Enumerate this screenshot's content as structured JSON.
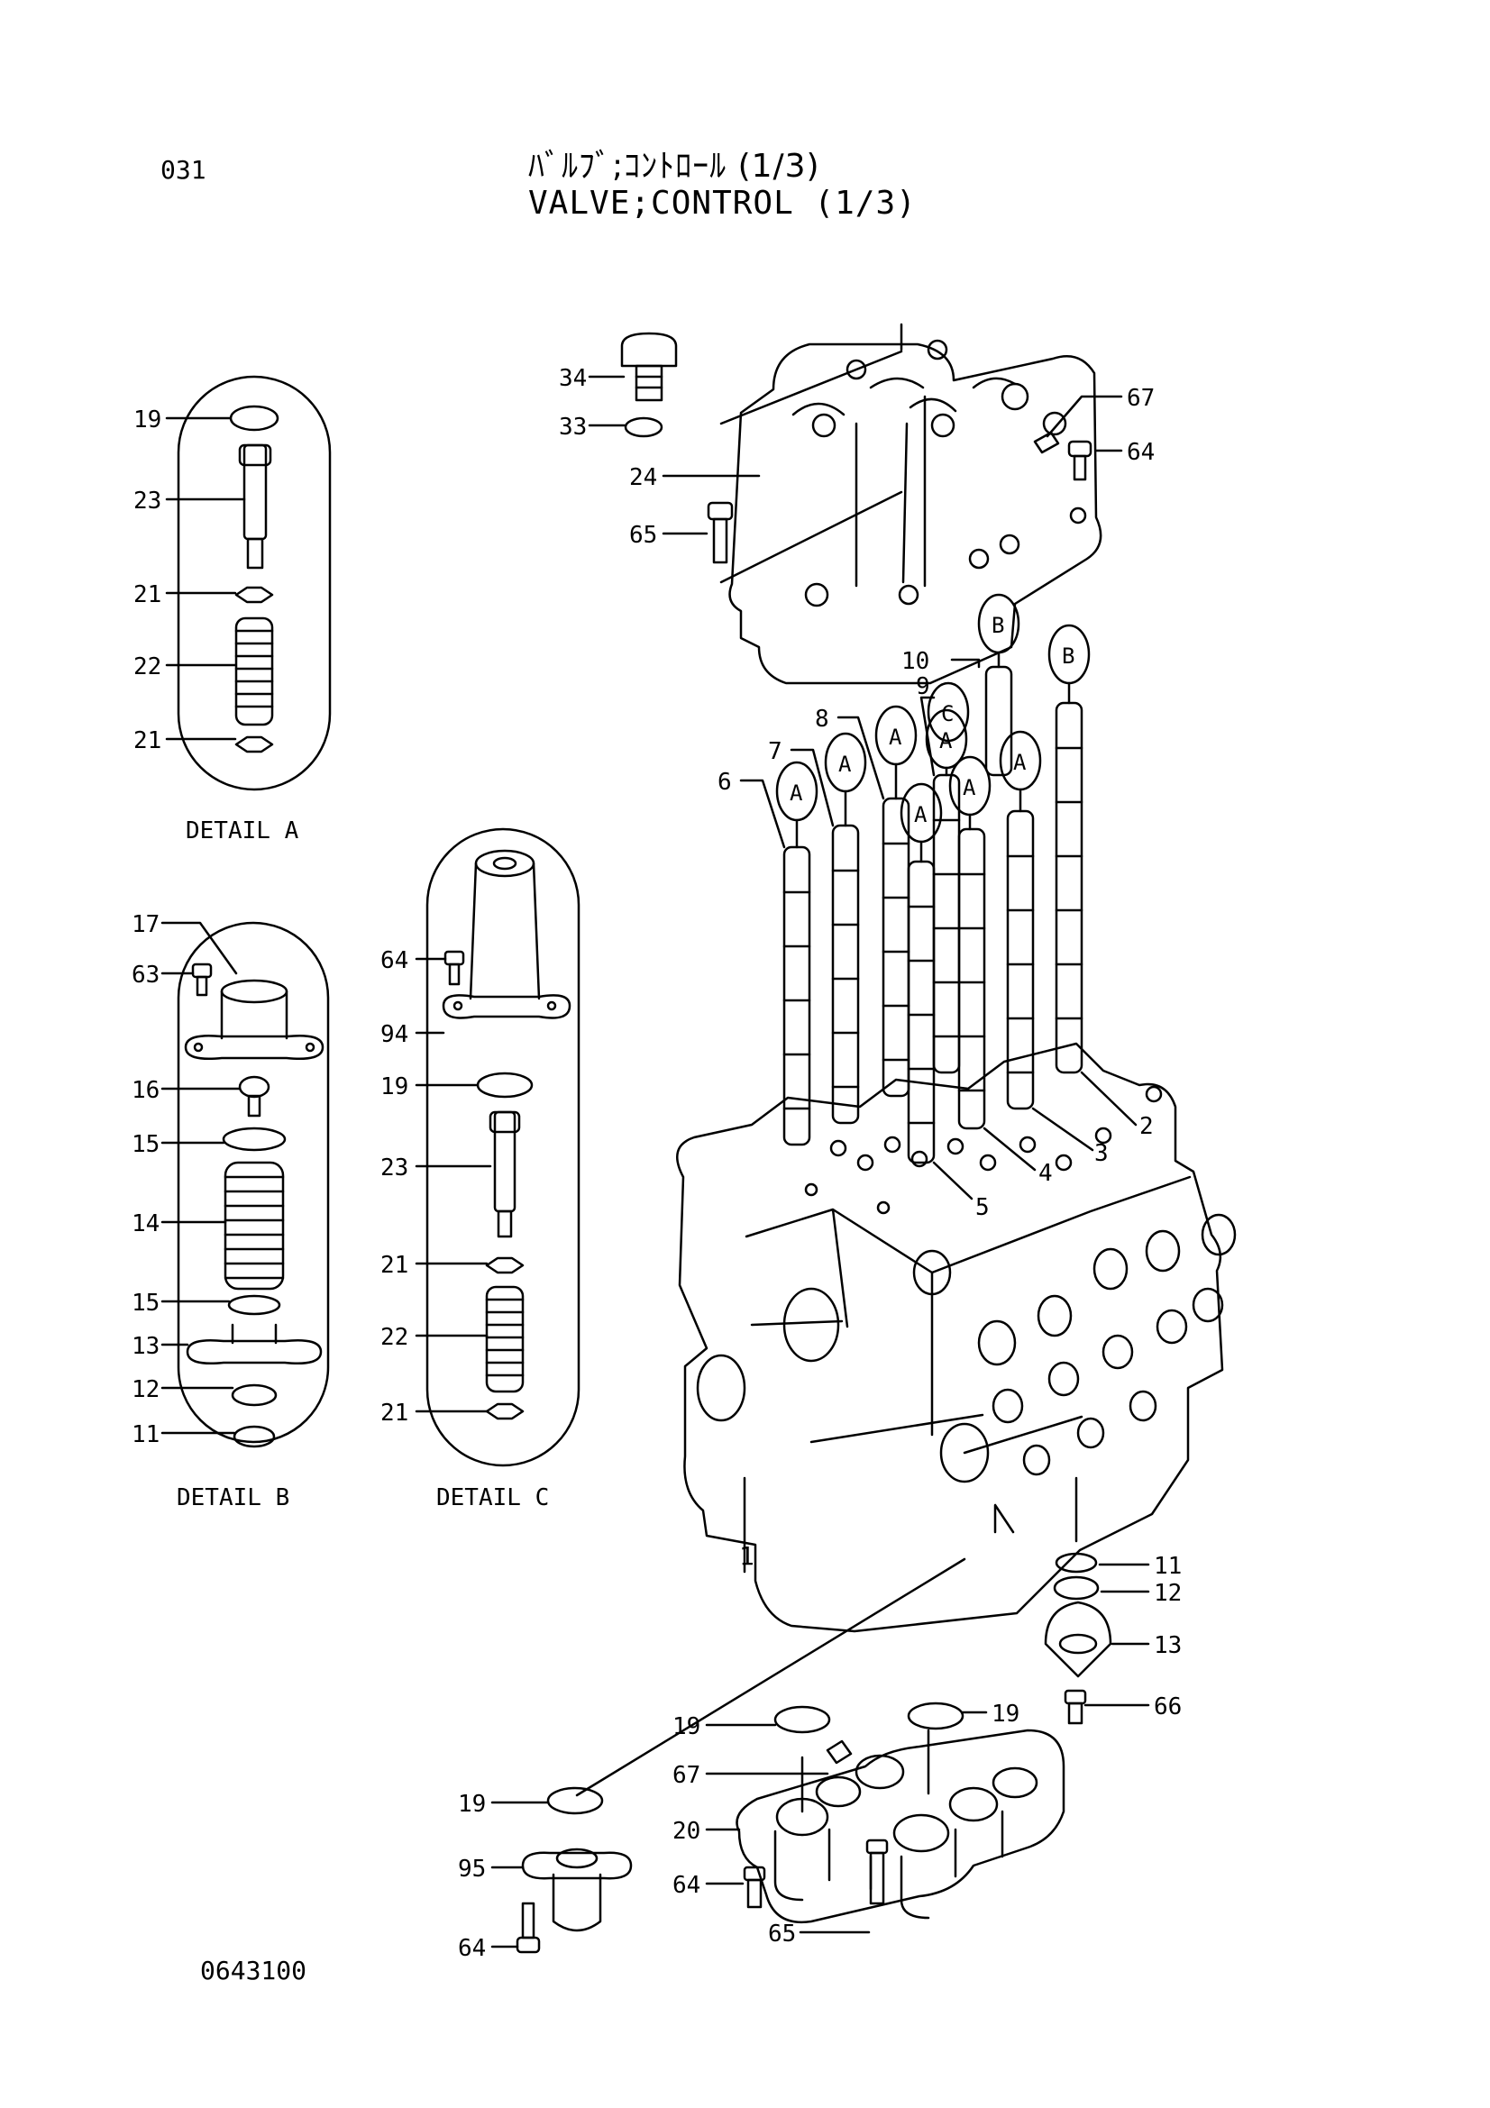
{
  "header": {
    "page_number": "031",
    "title_jp": "ﾊﾞﾙﾌﾞ;ｺﾝﾄﾛｰﾙ (1/3)",
    "title_en": "VALVE;CONTROL (1/3)"
  },
  "footer": {
    "drawing_number": "0643100"
  },
  "details": {
    "a": {
      "caption": "DETAIL A",
      "labels": [
        "19",
        "23",
        "21",
        "22",
        "21"
      ]
    },
    "b": {
      "caption": "DETAIL B",
      "labels": [
        "17",
        "63",
        "16",
        "15",
        "14",
        "15",
        "13",
        "12",
        "11"
      ]
    },
    "c": {
      "caption": "DETAIL C",
      "labels": [
        "64",
        "94",
        "19",
        "23",
        "21",
        "22",
        "21"
      ]
    }
  },
  "main": {
    "top_cover_labels": [
      "34",
      "33",
      "24",
      "65",
      "67",
      "64"
    ],
    "spool_labels": [
      "6",
      "7",
      "8",
      "9",
      "10",
      "2",
      "3",
      "4",
      "5",
      "1"
    ],
    "spool_circles": [
      "A",
      "A",
      "A",
      "A",
      "A",
      "A",
      "A",
      "C",
      "B",
      "B"
    ],
    "bottom_labels": [
      "11",
      "12",
      "13",
      "66",
      "19",
      "19",
      "67",
      "20",
      "64",
      "65",
      "19",
      "95",
      "64"
    ]
  }
}
